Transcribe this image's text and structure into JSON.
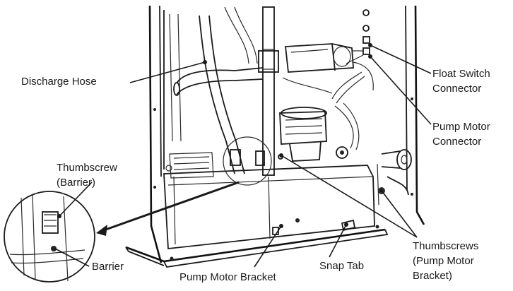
{
  "labels": {
    "discharge_hose": "Discharge Hose",
    "float_switch_line1": "Float Switch",
    "float_switch_line2": "Connector",
    "pump_motor_conn_line1": "Pump Motor",
    "pump_motor_conn_line2": "Connector",
    "thumbscrew_barrier_line1": "Thumbscrew",
    "thumbscrew_barrier_line2": "(Barrier)",
    "barrier": "Barrier",
    "pump_motor_bracket": "Pump Motor Bracket",
    "snap_tab": "Snap Tab",
    "thumbscrews_line1": "Thumbscrews",
    "thumbscrews_line2": "(Pump Motor",
    "thumbscrews_line3": "Bracket)"
  }
}
